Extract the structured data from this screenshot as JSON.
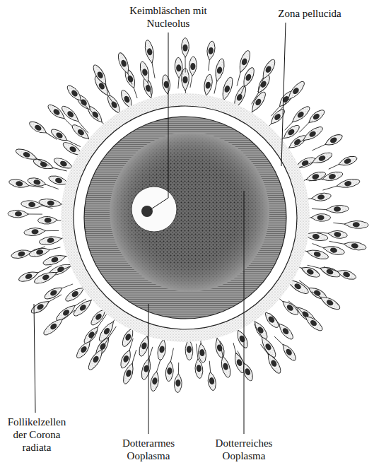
{
  "diagram": {
    "labels": [
      "Keimbläschen mit Nucleolus",
      "Zona pellucida",
      "Follikelzellen der Corona radiata",
      "Dotterarmes Ooplasma",
      "Dotterreiches Ooplasma"
    ]
  }
}
